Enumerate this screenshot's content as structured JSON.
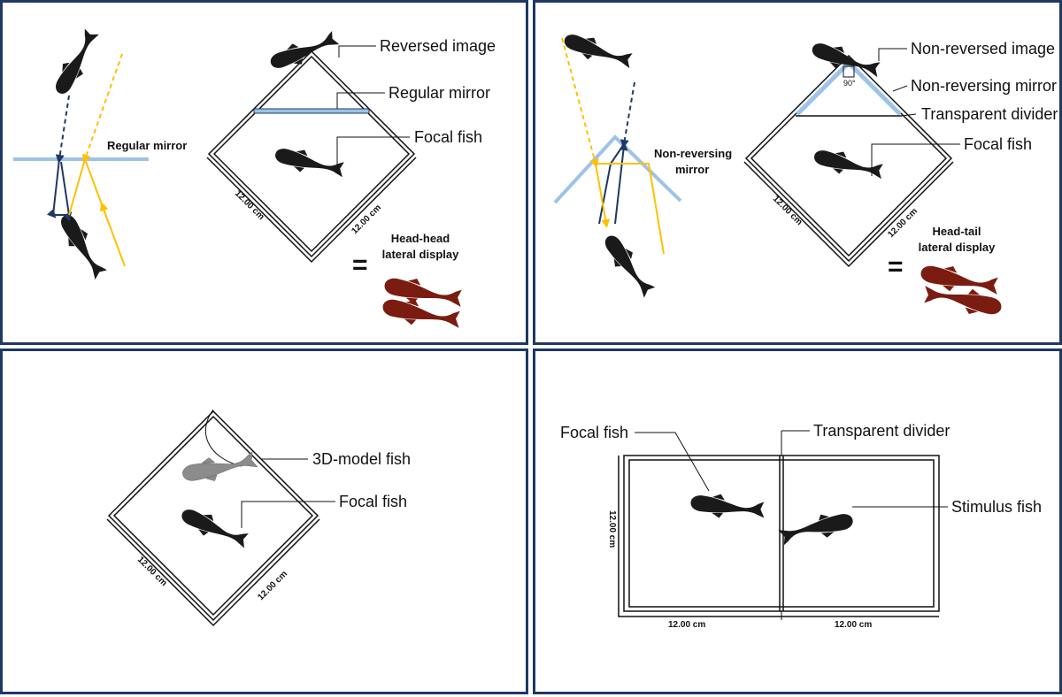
{
  "colors": {
    "panel_border": "#1f3864",
    "mirror": "#9dc3e6",
    "light_ray_dark": "#1f3864",
    "light_ray_yellow": "#ffc000",
    "fish": "#1a1a1a",
    "model_fish": "#8c8c8c",
    "display_fish": "#7a1c0f"
  },
  "icons": {
    "fish": "fish-silhouette-icon",
    "model_fish": "grey-3d-model-fish-icon",
    "display_pair": "red-fish-pair-icon"
  },
  "panel_regular": {
    "reversed_label": "Reversed image",
    "regular_mirror_label": "Regular mirror",
    "regular_mirror_side_label": "Regular mirror",
    "focal_label": "Focal fish",
    "dim_left": "12.00 cm",
    "dim_right": "12.00 cm",
    "equals": "=",
    "display_line1": "Head-head",
    "display_line2": "lateral display"
  },
  "panel_nonreversing": {
    "nonreversed_label": "Non-reversed image",
    "nonreversing_mirror_label": "Non-reversing mirror",
    "divider_label": "Transparent divider",
    "focal_label": "Focal fish",
    "angle_label": "90°",
    "side_line1": "Non-reversing",
    "side_line2": "mirror",
    "dim_left": "12.00 cm",
    "dim_right": "12.00 cm",
    "equals": "=",
    "display_line1": "Head-tail",
    "display_line2": "lateral display"
  },
  "panel_model": {
    "model_label": "3D-model fish",
    "focal_label": "Focal fish",
    "dim_left": "12.00 cm",
    "dim_right": "12.00 cm"
  },
  "panel_live": {
    "focal_label": "Focal fish",
    "divider_label": "Transparent divider",
    "stimulus_label": "Stimulus fish",
    "dim_left": "12.00 cm",
    "dim_bottom_left": "12.00 cm",
    "dim_bottom_right": "12.00 cm"
  }
}
